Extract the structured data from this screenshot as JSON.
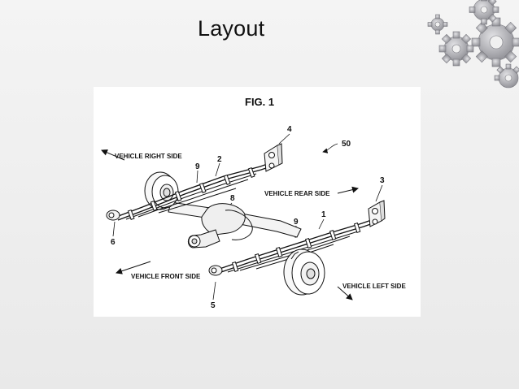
{
  "slide": {
    "title": "Layout"
  },
  "decoration": {
    "icon": "gears-icon"
  },
  "figure": {
    "caption": "FIG. 1",
    "labels": {
      "vehicle_right_side": "VEHICLE RIGHT SIDE",
      "vehicle_rear_side": "VEHICLE REAR SIDE",
      "vehicle_front_side": "VEHICLE FRONT SIDE",
      "vehicle_left_side": "VEHICLE LEFT SIDE"
    },
    "reference_numerals": {
      "n1": "1",
      "n2": "2",
      "n3": "3",
      "n4": "4",
      "n5": "5",
      "n6": "6",
      "n8": "8",
      "n9a": "9",
      "n9b": "9",
      "n50": "50"
    }
  },
  "colors": {
    "background": "#ececec",
    "panel": "#ffffff",
    "ink": "#111111",
    "gear": "#a9a9ad"
  }
}
